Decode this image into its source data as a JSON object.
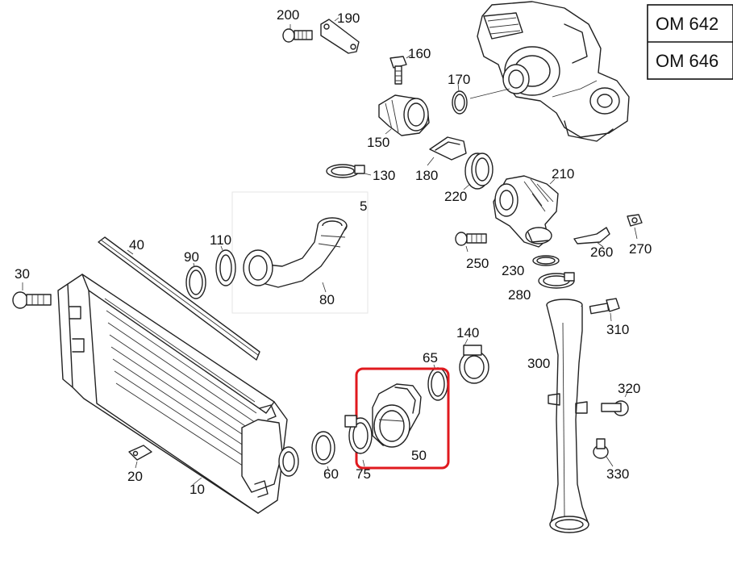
{
  "engine_codes": [
    "OM 642",
    "OM 646"
  ],
  "highlight": {
    "part": "50",
    "color": "#e0191e"
  },
  "parts": {
    "p10": "10",
    "p20": "20",
    "p30": "30",
    "p40": "40",
    "p50": "50",
    "p60": "60",
    "p65": "65",
    "p75": "75",
    "p80": "80",
    "p90": "90",
    "p110": "110",
    "p130": "130",
    "p140": "140",
    "p150": "150",
    "p160": "160",
    "p170": "170",
    "p180": "180",
    "p190": "190",
    "p200": "200",
    "p210": "210",
    "p220": "220",
    "p230": "230",
    "p250": "250",
    "p260": "260",
    "p270": "270",
    "p280": "280",
    "p300": "300",
    "p310": "310",
    "p320": "320",
    "p330": "330",
    "p5": "5"
  }
}
